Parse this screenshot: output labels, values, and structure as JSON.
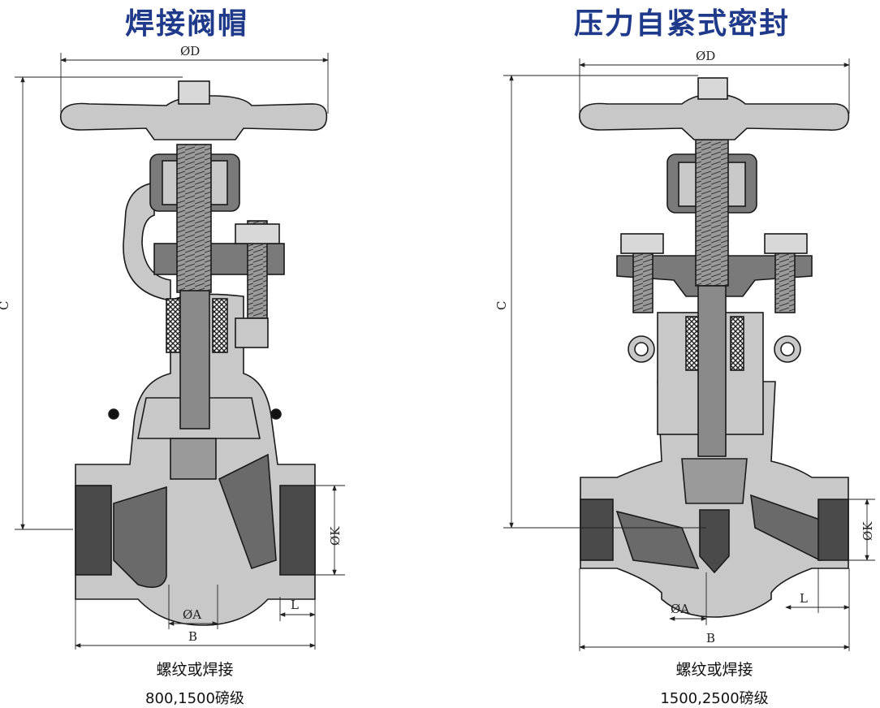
{
  "left": {
    "title": "焊接阀帽",
    "caption_connection": "螺纹或焊接",
    "caption_class": "800,1500磅级",
    "dims": {
      "D": "ØD",
      "C": "C",
      "K": "ØK",
      "A": "ØA",
      "L": "L",
      "B": "B"
    }
  },
  "right": {
    "title": "压力自紧式密封",
    "caption_connection": "螺纹或焊接",
    "caption_class": "1500,2500磅级",
    "dims": {
      "D": "ØD",
      "C": "C",
      "K": "ØK",
      "A": "ØA",
      "L": "L",
      "B": "B"
    }
  },
  "colors": {
    "title": "#1f3a8a",
    "body": "#c8c8c8",
    "stem": "#7a7a7a",
    "dark": "#4a4a4a",
    "outline": "#1a1a1a"
  }
}
